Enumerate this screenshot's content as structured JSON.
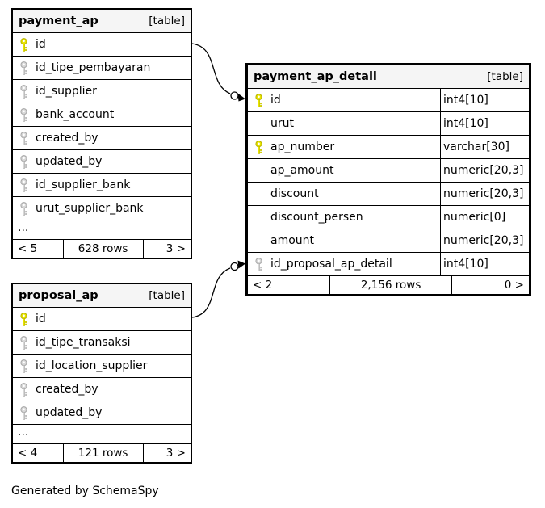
{
  "diagram": {
    "generated_by": "Generated by SchemaSpy"
  },
  "colors": {
    "header_bg": "#f5f5f5",
    "primary_key": "#e8e400",
    "primary_key_outline": "#b6b200",
    "foreign_key": "#d8d8d8",
    "foreign_key_outline": "#a6a6a6",
    "border": "#000000"
  },
  "tables": [
    {
      "id": "payment_ap",
      "name": "payment_ap",
      "tag": "[table]",
      "columns": [
        {
          "name": "id",
          "key": "primary"
        },
        {
          "name": "id_tipe_pembayaran",
          "key": "foreign"
        },
        {
          "name": "id_supplier",
          "key": "foreign"
        },
        {
          "name": "bank_account",
          "key": "foreign"
        },
        {
          "name": "created_by",
          "key": "foreign"
        },
        {
          "name": "updated_by",
          "key": "foreign"
        },
        {
          "name": "id_supplier_bank",
          "key": "foreign"
        },
        {
          "name": "urut_supplier_bank",
          "key": "foreign"
        }
      ],
      "ellipsis": "...",
      "footer": {
        "left": "< 5",
        "center": "628 rows",
        "right": "3 >"
      }
    },
    {
      "id": "payment_ap_detail",
      "name": "payment_ap_detail",
      "tag": "[table]",
      "columns": [
        {
          "name": "id",
          "key": "primary",
          "type": "int4[10]"
        },
        {
          "name": "urut",
          "key": "none",
          "type": "int4[10]"
        },
        {
          "name": "ap_number",
          "key": "primary",
          "type": "varchar[30]"
        },
        {
          "name": "ap_amount",
          "key": "none",
          "type": "numeric[20,3]"
        },
        {
          "name": "discount",
          "key": "none",
          "type": "numeric[20,3]"
        },
        {
          "name": "discount_persen",
          "key": "none",
          "type": "numeric[0]"
        },
        {
          "name": "amount",
          "key": "none",
          "type": "numeric[20,3]"
        },
        {
          "name": "id_proposal_ap_detail",
          "key": "foreign",
          "type": "int4[10]"
        }
      ],
      "ellipsis": "",
      "footer": {
        "left": "< 2",
        "center": "2,156 rows",
        "right": "0 >"
      }
    },
    {
      "id": "proposal_ap",
      "name": "proposal_ap",
      "tag": "[table]",
      "columns": [
        {
          "name": "id",
          "key": "primary"
        },
        {
          "name": "id_tipe_transaksi",
          "key": "foreign"
        },
        {
          "name": "id_location_supplier",
          "key": "foreign"
        },
        {
          "name": "created_by",
          "key": "foreign"
        },
        {
          "name": "updated_by",
          "key": "foreign"
        }
      ],
      "ellipsis": "...",
      "footer": {
        "left": "< 4",
        "center": "121 rows",
        "right": "3 >"
      }
    }
  ],
  "relationships": [
    {
      "from_table": "payment_ap",
      "from_column": "id",
      "to_table": "payment_ap_detail",
      "to_column": "id"
    },
    {
      "from_table": "proposal_ap",
      "from_column": "id",
      "to_table": "payment_ap_detail",
      "to_column": "id_proposal_ap_detail"
    }
  ]
}
